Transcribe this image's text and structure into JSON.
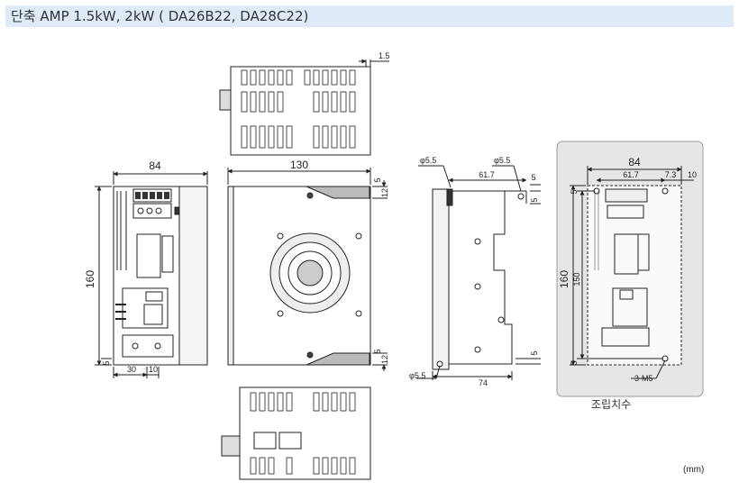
{
  "title": "단축 AMP 1.5kW, 2kW  ( DA26B22, DA28C22)",
  "unit": "(mm)",
  "caption": "조립치수",
  "front": {
    "width": "84",
    "height": "160",
    "left_inset": "30",
    "right_inset": "10",
    "bottom_gap": "5"
  },
  "side": {
    "depth": "130",
    "top_margin": "5",
    "fin_height_top": "12",
    "bottom_margin": "5",
    "fin_height_bottom": "12"
  },
  "top_view": {
    "offset": "1.5"
  },
  "bracket": {
    "hole_top_left": "φ5.5",
    "hole_top_right": "φ5.5",
    "hole_bottom": "φ5.5",
    "top_span": "61.7",
    "top_margin": "5",
    "right_margin": "5",
    "bottom_margin": "5",
    "bottom_span": "74"
  },
  "mounting": {
    "width": "84",
    "hole_span": "61.7",
    "offset": "7.3",
    "edge": "10",
    "height": "160",
    "hole_pitch": "150",
    "top_gap": "5",
    "bottom_gap": "5",
    "screws": "3-M5"
  },
  "colors": {
    "title_bg": "#deeaf7",
    "panel_bg": "#e6e6e6",
    "line": "#222222"
  }
}
